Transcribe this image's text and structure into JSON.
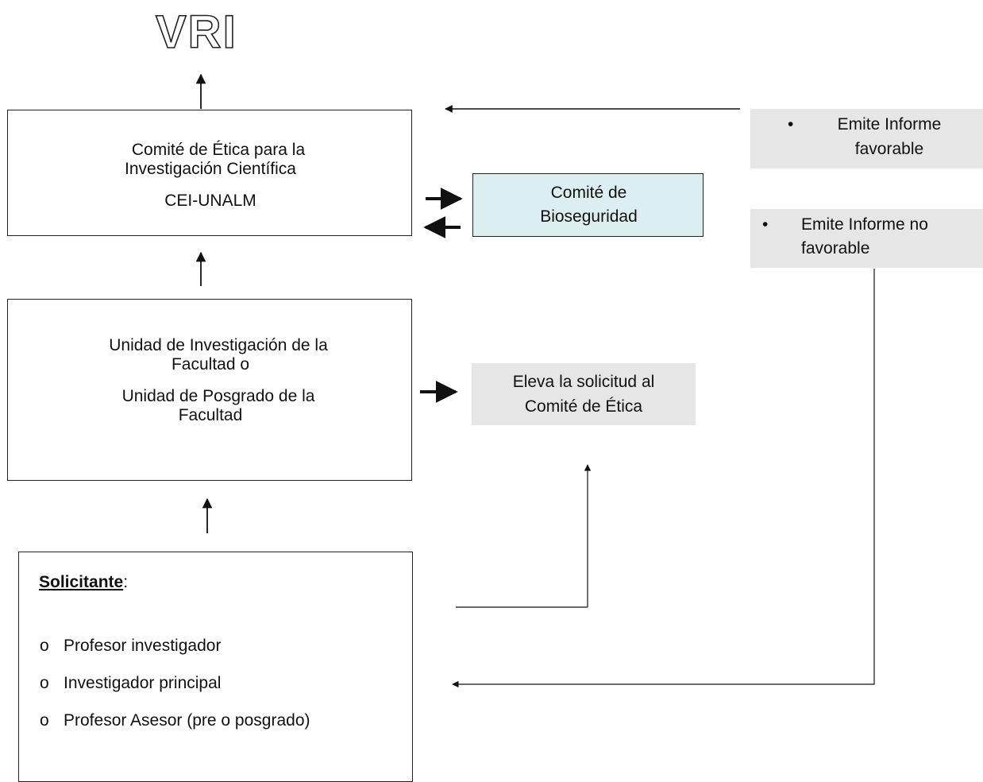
{
  "title": "VRI",
  "committee": {
    "line1": "Comité de  Ética para la",
    "line2": "Investigación Científica",
    "line3": "CEI-UNALM"
  },
  "biosafety": {
    "line1": "Comité de",
    "line2": "Bioseguridad"
  },
  "unit": {
    "line1": "Unidad de Investigación de la",
    "line2": "Facultad o",
    "line3": "Unidad de Posgrado de la",
    "line4": "Facultad"
  },
  "elevate": {
    "line1": "Eleva la solicitud al",
    "line2": "Comité de Ética"
  },
  "favorable": {
    "bullet": "•",
    "line1": "Emite Informe",
    "line2": "favorable"
  },
  "unfavorable": {
    "bullet": "•",
    "line1": "Emite Informe no",
    "line2": "favorable"
  },
  "applicant": {
    "heading": "Solicitante",
    "colon": ":",
    "marker": "o",
    "items": [
      "Profesor investigador",
      "Investigador principal",
      "Profesor Asesor (pre o posgrado)"
    ]
  }
}
